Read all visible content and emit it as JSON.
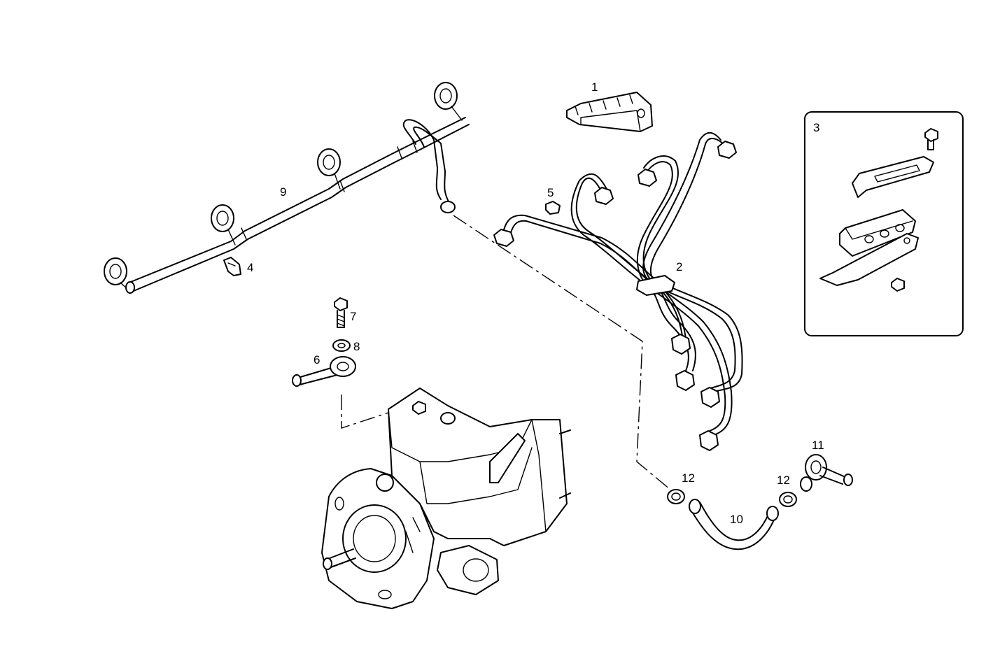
{
  "diagram": {
    "callouts": {
      "c1": "1",
      "c2": "2",
      "c3": "3",
      "c4": "4",
      "c5": "5",
      "c6": "6",
      "c7": "7",
      "c8": "8",
      "c9": "9",
      "c10": "10",
      "c11": "11",
      "c12a": "12",
      "c12b": "12"
    }
  }
}
